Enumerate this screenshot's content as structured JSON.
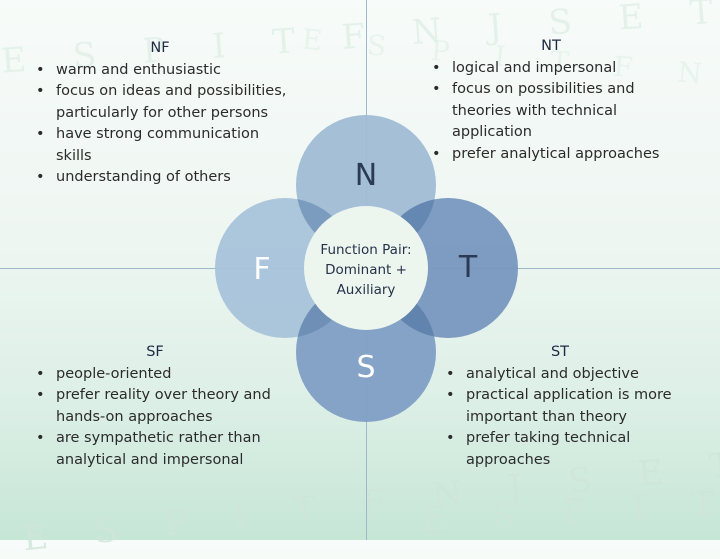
{
  "center": {
    "line1": "Function Pair:",
    "line2": "Dominant +",
    "line3": "Auxiliary"
  },
  "petals": {
    "top": "N",
    "left": "F",
    "bottom": "S",
    "right": "T"
  },
  "quadrants": {
    "nf": {
      "title": "NF",
      "items": [
        "warm and enthusiastic",
        "focus on ideas and possibilities, particularly for other persons",
        "have strong communication skills",
        "understanding of others"
      ]
    },
    "nt": {
      "title": "NT",
      "items": [
        "logical and impersonal",
        "focus on possibilities and theories with technical application",
        "prefer analytical approaches"
      ]
    },
    "sf": {
      "title": "SF",
      "items": [
        "people-oriented",
        "prefer reality over theory and hands-on approaches",
        "are sympathetic rather than analytical and impersonal"
      ]
    },
    "st": {
      "title": "ST",
      "items": [
        "analytical and objective",
        "practical application is more important than theory",
        "prefer taking technical approaches"
      ]
    }
  },
  "background_watermark": "E S P I T F N J S E T P I N F S J",
  "colors": {
    "petal_light": "#9fbcd4",
    "petal_dark": "#6f93b9",
    "overlap": "#5c7fa8",
    "center_fill": "#ecf6ee",
    "divider": "#9fb8cc"
  }
}
